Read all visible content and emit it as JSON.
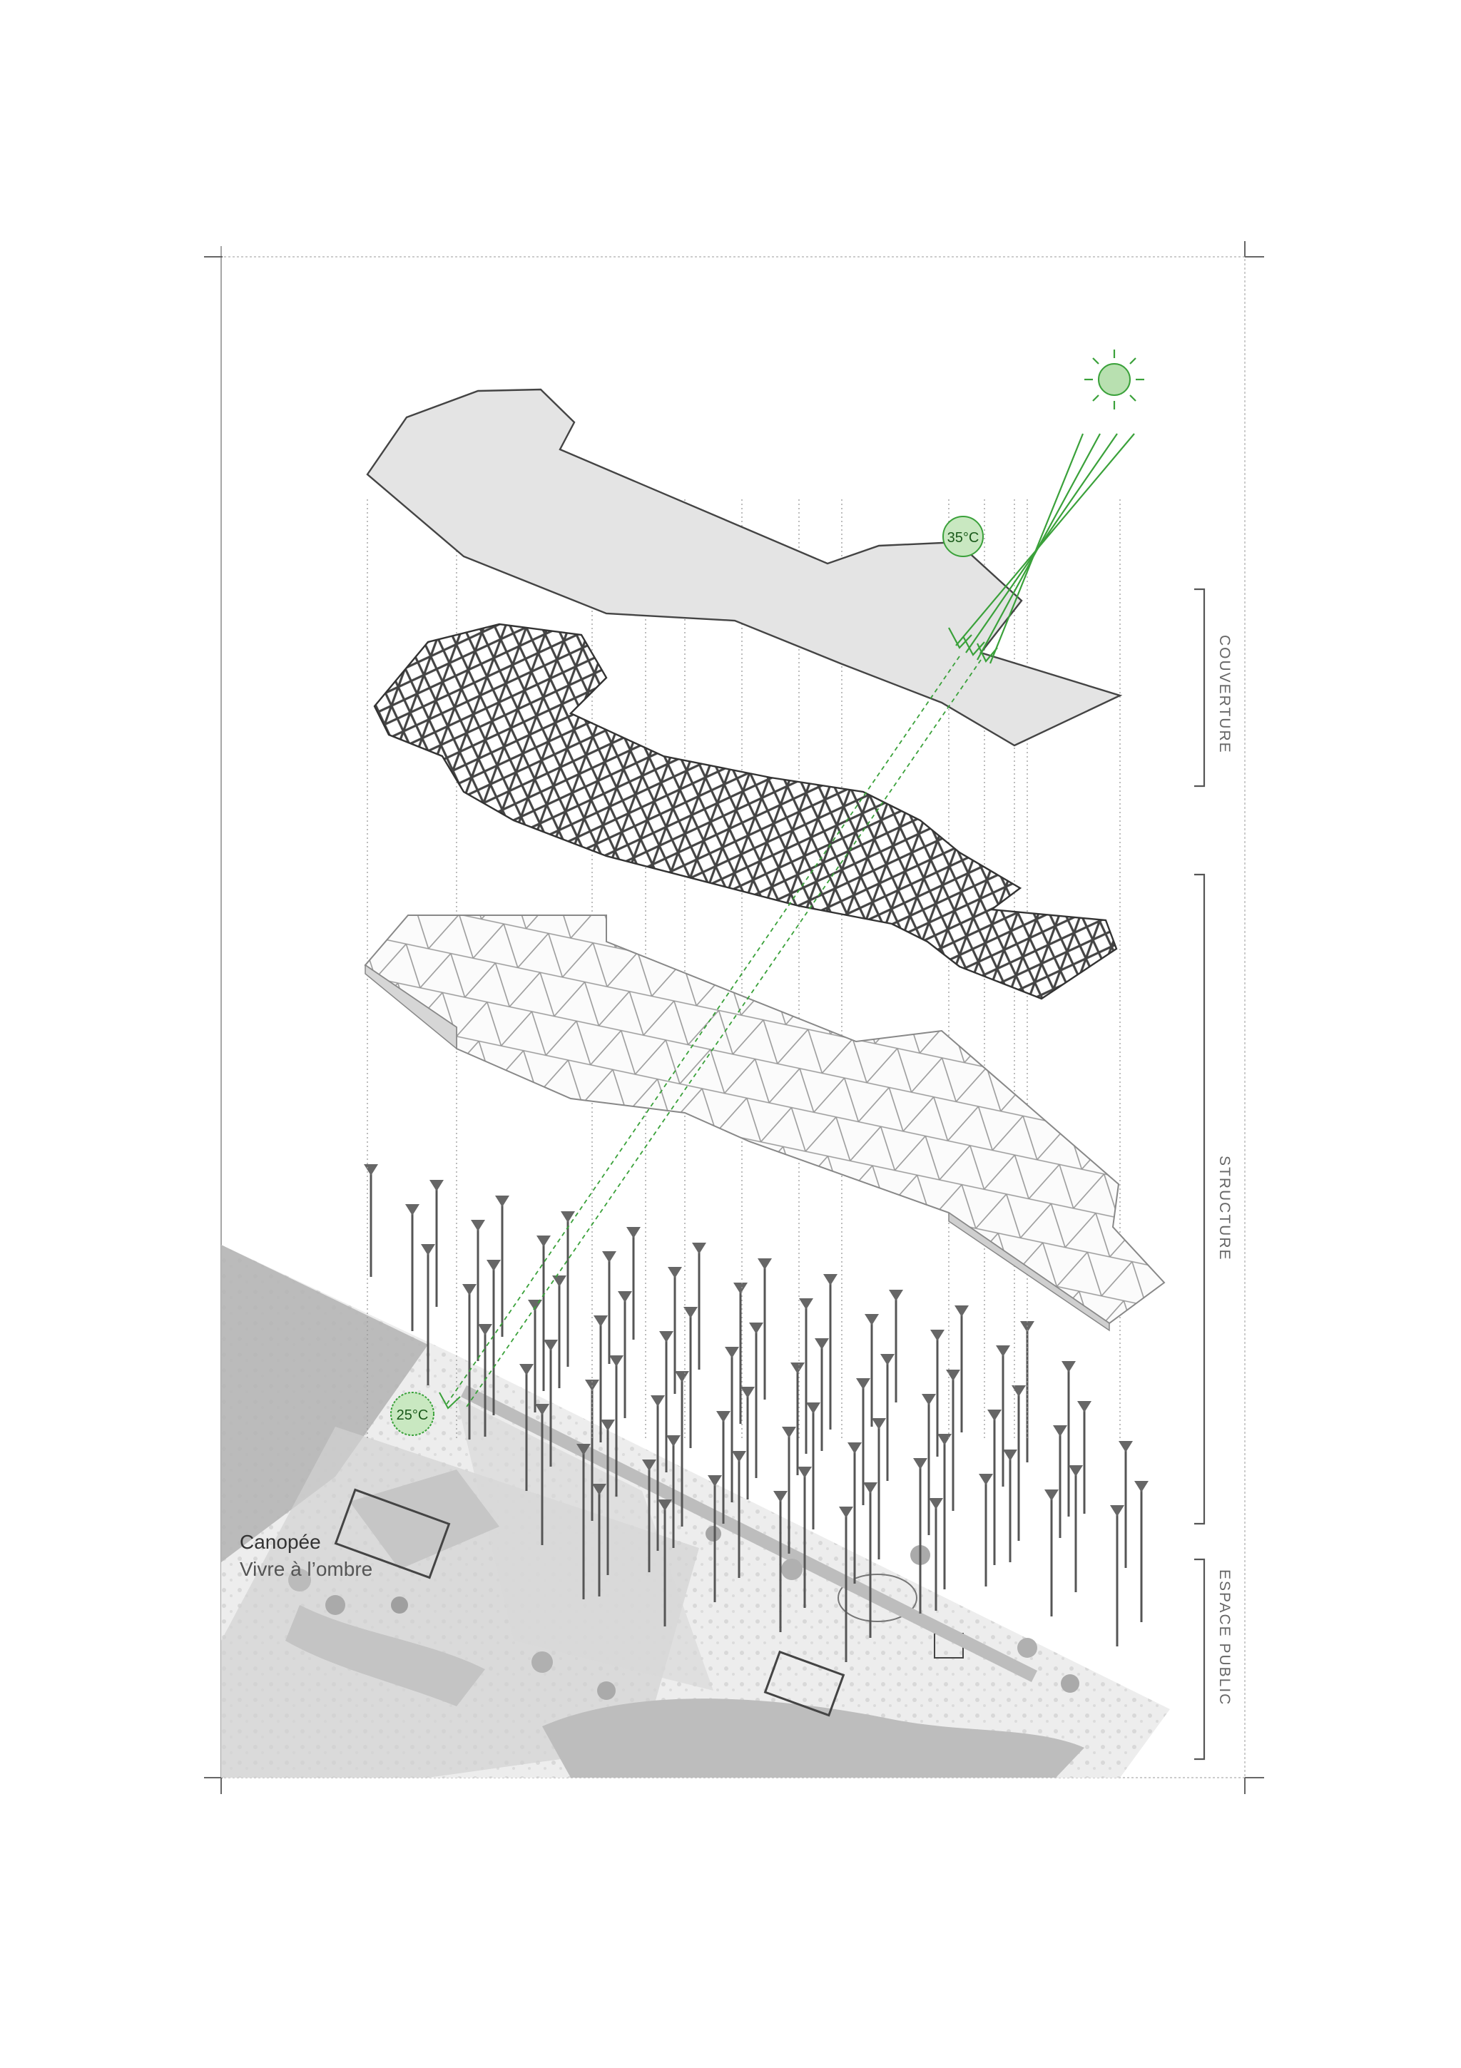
{
  "temperatures": {
    "top": "35°C",
    "bottom": "25°C"
  },
  "layer_labels": {
    "roof": "COUVERTURE",
    "structure": "STRUCTURE",
    "public_space": "ESPACE PUBLIC"
  },
  "caption": {
    "title": "Canopée",
    "subtitle": "Vivre à l’ombre"
  },
  "colors": {
    "accent_green": "#3aa13a",
    "roof_fill": "#e3e3e3",
    "line": "#555555",
    "ground": "#cfcfcf"
  }
}
